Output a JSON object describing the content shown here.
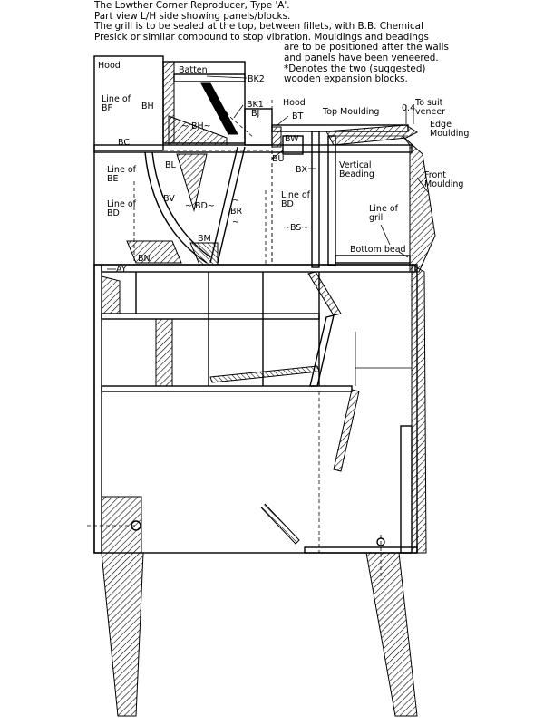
{
  "notes": {
    "line1": "The Lowther Corner Reproducer, Type 'A'.",
    "line2": "Part view L/H side showing panels/blocks.",
    "line3": "The grill is to be sealed at the top, between fillets, with B.B. Chemical",
    "line4": "Presick or similar compound to stop vibration. Mouldings and beadings",
    "line5": "are to be positioned after the walls",
    "line6": "and panels have been veneered.",
    "line7": "*Denotes the two (suggested)",
    "line8": "wooden expansion blocks."
  },
  "labels": {
    "hood_left": "Hood",
    "batten": "Batten",
    "bk2": "BK2",
    "line_of": "Line of",
    "bf": "BF",
    "bh": "BH",
    "bk1": "BK1",
    "bj": "BJ",
    "hood_right": "Hood",
    "top_moulding": "Top Moulding",
    "dim_04": "0.4",
    "to_suit": "To suit",
    "veneer": "veneer",
    "edge": "Edge",
    "moulding": "Moulding",
    "bh_mid": "~ BH~",
    "bt": "BT",
    "bc": "BC",
    "bw": "BW",
    "bu": "BU",
    "bl": "BL",
    "bx": "BX",
    "vertical": "Vertical",
    "beading": "Beading",
    "front": "Front",
    "moulding2": "Moulding",
    "be_line_of": "Line of",
    "be": "BE",
    "bd_line_of_left": "Line of",
    "bd_left": "BD",
    "bv": "BV",
    "bd_mid": "~ BD~",
    "bd_line_of_right": "Line of",
    "bd_right": "BD",
    "br_top": "~",
    "br": "BR",
    "br_bot": "~",
    "line_of_grill": "Line of",
    "grill": "grill",
    "bs": "~BS~",
    "bm": "BM",
    "bottom_bead": "Bottom bead",
    "bn": "BN",
    "ay": "AY"
  }
}
